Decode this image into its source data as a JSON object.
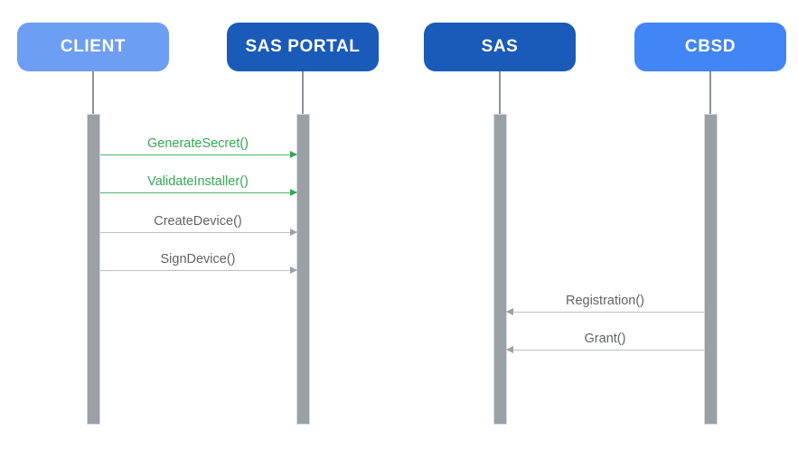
{
  "diagram": {
    "type": "sequence-diagram",
    "actors": [
      {
        "label": "CLIENT",
        "fill": "#6d9ef3"
      },
      {
        "label": "SAS PORTAL",
        "fill": "#1a5ab8"
      },
      {
        "label": "SAS",
        "fill": "#1a5ab8"
      },
      {
        "label": "CBSD",
        "fill": "#4285f4"
      }
    ],
    "messages": [
      {
        "label": "GenerateSecret()",
        "from": "CLIENT",
        "to": "SAS PORTAL",
        "style": "green",
        "direction": "right"
      },
      {
        "label": "ValidateInstaller()",
        "from": "CLIENT",
        "to": "SAS PORTAL",
        "style": "green",
        "direction": "right"
      },
      {
        "label": "CreateDevice()",
        "from": "CLIENT",
        "to": "SAS PORTAL",
        "style": "gray",
        "direction": "right"
      },
      {
        "label": "SignDevice()",
        "from": "CLIENT",
        "to": "SAS PORTAL",
        "style": "gray",
        "direction": "right"
      },
      {
        "label": "Registration()",
        "from": "CBSD",
        "to": "SAS",
        "style": "gray",
        "direction": "left"
      },
      {
        "label": "Grant()",
        "from": "CBSD",
        "to": "SAS",
        "style": "gray",
        "direction": "left"
      }
    ]
  },
  "colors": {
    "background": "#ffffff",
    "client-fill": "#6d9ef3",
    "portal-fill": "#1a5ab8",
    "cbsd-fill": "#4285f4",
    "actor-text": "#ffffff",
    "green-text": "#34a853",
    "green-line": "#4db56d",
    "green-head": "#34a853",
    "gray-text": "#5f6368",
    "gray-line": "#bdc1c6",
    "gray-head": "#9aa0a6",
    "bar-fill": "#9aa0a6",
    "bar-border": "#d6d8db",
    "lifeline": "#8d9297"
  }
}
